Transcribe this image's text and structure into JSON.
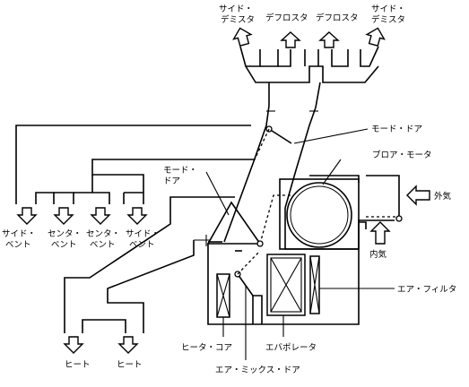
{
  "labels": {
    "side_demister_left": [
      "サイド・",
      "デミスタ"
    ],
    "defroster_left": "デフロスタ",
    "defroster_right": "デフロスタ",
    "side_demister_right": [
      "サイド・",
      "デミスタ"
    ],
    "mode_door_upper": "モード・ドア",
    "blower_motor": "ブロア・モータ",
    "outside_air": "外気",
    "inside_air": "内気",
    "mode_door_middle": [
      "モード・",
      "ドア"
    ],
    "side_vent_left": [
      "サイド・",
      "ベント"
    ],
    "center_vent_left": [
      "センタ・",
      "ベント"
    ],
    "center_vent_right": [
      "センタ・",
      "ベント"
    ],
    "side_vent_right": [
      "サイド・",
      "ベント"
    ],
    "air_filter": "エア・フィルタ",
    "heater_core": "ヒータ・コア",
    "evaporator": "エバポレータ",
    "air_mix_door": "エア・ミックス・ドア",
    "heat_left": "ヒート",
    "heat_right": "ヒート"
  },
  "icons": {
    "outlet_arrow": "hollow-arrow-icon",
    "door_pivot": "pivot-circle-icon"
  }
}
